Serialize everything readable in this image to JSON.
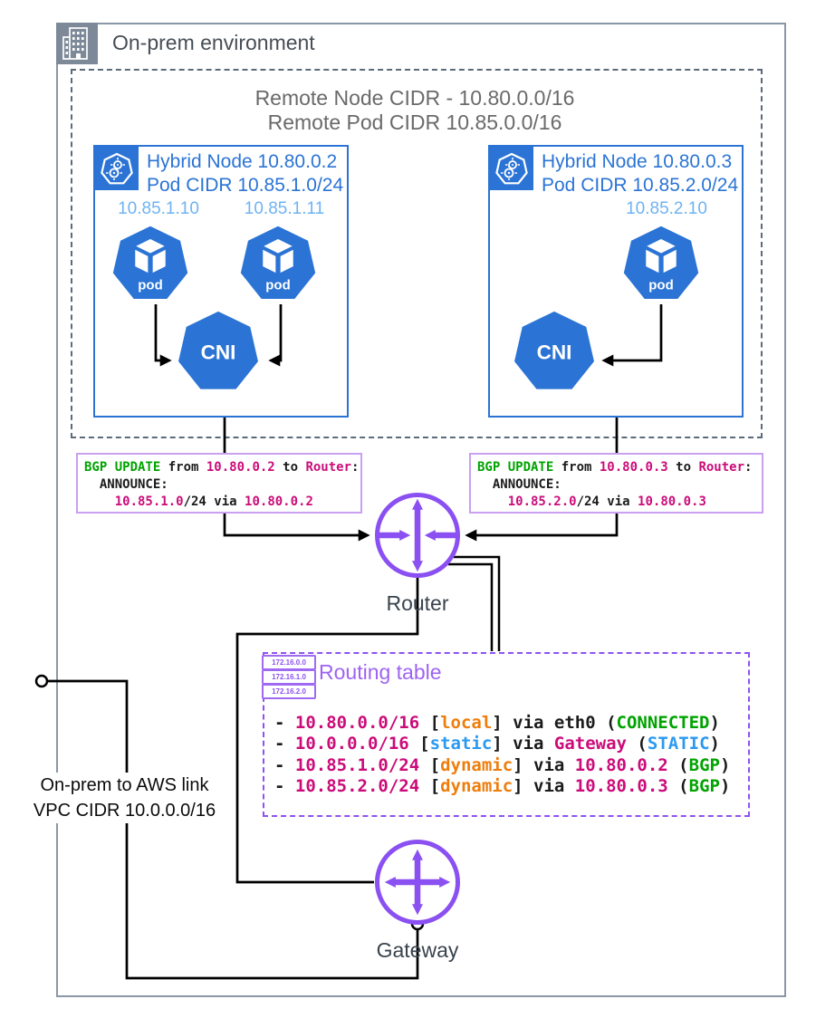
{
  "colors": {
    "dark": "#1b1b1b",
    "magenta": "#CB0C7A",
    "green": "#00A300",
    "orange": "#EE7D0C",
    "blue": "#2B99F0",
    "node_blue": "#2B74D5",
    "pod_ip_blue": "#6FB3F2",
    "purple": "#8A50F2",
    "outer_gray": "#8A97A6"
  },
  "icons": {
    "building-icon": "white building glyph on gray square",
    "kubernetes-node-icon": "white heptagon with gears on blue square",
    "pod-icon": "blue heptagon with white cube",
    "cni-icon": "blue heptagon",
    "router-icon": "purple circle with inward/vertical arrows",
    "gateway-icon": "purple circle with four outward arrows",
    "routing-table-icon": "stacked route chips"
  },
  "header": {
    "title": "On-prem environment"
  },
  "remote_cidr_box": {
    "title_line1": "Remote Node CIDR - 10.80.0.0/16",
    "title_line2": "Remote Pod CIDR 10.85.0.0/16"
  },
  "nodes": [
    {
      "title_line1": "Hybrid Node 10.80.0.2",
      "title_line2": "Pod CIDR 10.85.1.0/24",
      "pod_ips": [
        "10.85.1.10",
        "10.85.1.11"
      ],
      "pods": [
        "pod",
        "pod"
      ],
      "cni_label": "CNI"
    },
    {
      "title_line1": "Hybrid Node 10.80.0.3",
      "title_line2": "Pod CIDR 10.85.2.0/24",
      "pod_ips": [
        "10.85.2.10"
      ],
      "pods": [
        "pod"
      ],
      "cni_label": "CNI"
    }
  ],
  "bgp_updates": [
    {
      "lines": [
        [
          {
            "t": "BGP UPDATE",
            "c": "green"
          },
          {
            "t": " from ",
            "c": "dark"
          },
          {
            "t": "10.80.0.2",
            "c": "magenta"
          },
          {
            "t": " to ",
            "c": "dark"
          },
          {
            "t": "Router",
            "c": "magenta"
          },
          {
            "t": ":",
            "c": "dark"
          }
        ],
        [
          {
            "t": "  ANNOUNCE:",
            "c": "dark"
          }
        ],
        [
          {
            "t": "    ",
            "c": "dark"
          },
          {
            "t": "10.85.1.0",
            "c": "magenta"
          },
          {
            "t": "/24",
            "c": "dark"
          },
          {
            "t": " via ",
            "c": "dark"
          },
          {
            "t": "10.80.0.2",
            "c": "magenta"
          }
        ]
      ]
    },
    {
      "lines": [
        [
          {
            "t": "BGP UPDATE",
            "c": "green"
          },
          {
            "t": " from ",
            "c": "dark"
          },
          {
            "t": "10.80.0.3",
            "c": "magenta"
          },
          {
            "t": " to ",
            "c": "dark"
          },
          {
            "t": "Router",
            "c": "magenta"
          },
          {
            "t": ":",
            "c": "dark"
          }
        ],
        [
          {
            "t": "  ANNOUNCE:",
            "c": "dark"
          }
        ],
        [
          {
            "t": "    ",
            "c": "dark"
          },
          {
            "t": "10.85.2.0",
            "c": "magenta"
          },
          {
            "t": "/24",
            "c": "dark"
          },
          {
            "t": " via ",
            "c": "dark"
          },
          {
            "t": "10.80.0.3",
            "c": "magenta"
          }
        ]
      ]
    }
  ],
  "router": {
    "label": "Router"
  },
  "gateway": {
    "label": "Gateway"
  },
  "routing_table": {
    "title": "Routing table",
    "icon_rows": [
      "172.16.0.0",
      "172.16.1.0",
      "172.16.2.0"
    ],
    "entries": [
      [
        {
          "t": "- ",
          "c": "dark"
        },
        {
          "t": "10.80.0.0/16",
          "c": "magenta"
        },
        {
          "t": " [",
          "c": "dark"
        },
        {
          "t": "local",
          "c": "orange"
        },
        {
          "t": "] via eth0 (",
          "c": "dark"
        },
        {
          "t": "CONNECTED",
          "c": "green"
        },
        {
          "t": ")",
          "c": "dark"
        }
      ],
      [
        {
          "t": "- ",
          "c": "dark"
        },
        {
          "t": "10.0.0.0/16",
          "c": "magenta"
        },
        {
          "t": " [",
          "c": "dark"
        },
        {
          "t": "static",
          "c": "blue"
        },
        {
          "t": "] via ",
          "c": "dark"
        },
        {
          "t": "Gateway",
          "c": "magenta"
        },
        {
          "t": " (",
          "c": "dark"
        },
        {
          "t": "STATIC",
          "c": "blue"
        },
        {
          "t": ")",
          "c": "dark"
        }
      ],
      [
        {
          "t": "- ",
          "c": "dark"
        },
        {
          "t": "10.85.1.0/24",
          "c": "magenta"
        },
        {
          "t": " [",
          "c": "dark"
        },
        {
          "t": "dynamic",
          "c": "orange"
        },
        {
          "t": "] via ",
          "c": "dark"
        },
        {
          "t": "10.80.0.2",
          "c": "magenta"
        },
        {
          "t": " (",
          "c": "dark"
        },
        {
          "t": "BGP",
          "c": "green"
        },
        {
          "t": ")",
          "c": "dark"
        }
      ],
      [
        {
          "t": "- ",
          "c": "dark"
        },
        {
          "t": "10.85.2.0/24",
          "c": "magenta"
        },
        {
          "t": " [",
          "c": "dark"
        },
        {
          "t": "dynamic",
          "c": "orange"
        },
        {
          "t": "] via ",
          "c": "dark"
        },
        {
          "t": "10.80.0.3",
          "c": "magenta"
        },
        {
          "t": " (",
          "c": "dark"
        },
        {
          "t": "BGP",
          "c": "green"
        },
        {
          "t": ")",
          "c": "dark"
        }
      ]
    ]
  },
  "aws_link": {
    "line1": "On-prem to AWS link",
    "line2": "VPC CIDR 10.0.0.0/16"
  }
}
